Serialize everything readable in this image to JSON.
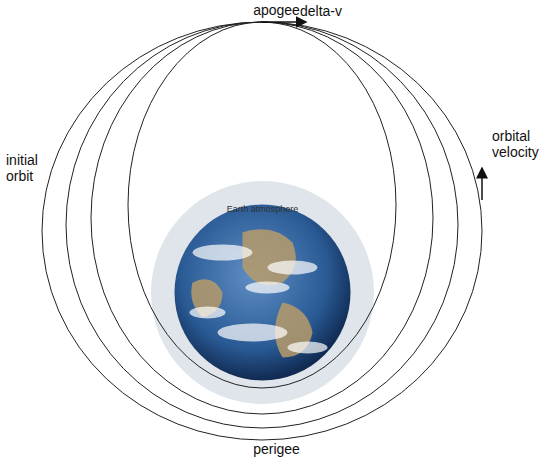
{
  "diagram": {
    "nodes": [
      {
        "text": [
          "Earth atmosphere"
        ]
      }
    ],
    "labels": [
      "apogee",
      "delta-v",
      "initial orbit",
      "orbital velocity",
      "perigee"
    ]
  }
}
